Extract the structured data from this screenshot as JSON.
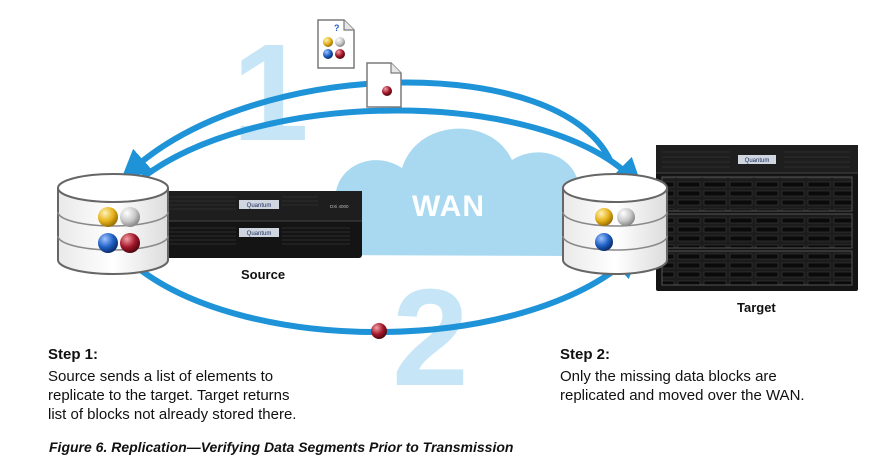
{
  "diagram": {
    "cloud_label": "WAN",
    "step_number_1": "1",
    "step_number_2": "2",
    "source_label": "Source",
    "target_label": "Target",
    "brand_text": "Quantum",
    "panel_badge": "DXi 4000",
    "doc_marker": "?"
  },
  "steps": [
    {
      "title": "Step 1:",
      "lines": [
        "Source sends a list of elements to",
        "replicate to the target. Target returns",
        "list of blocks not already stored there."
      ]
    },
    {
      "title": "Step 2:",
      "lines": [
        "Only the missing data blocks are",
        "replicated and moved over the WAN."
      ]
    }
  ],
  "caption": "Figure 6. Replication—Verifying Data Segments Prior to Transmission",
  "colors": {
    "arrow_blue": "#1e93d8",
    "cloud_blue": "#a9d9f1",
    "number_blue": "#c6e6f7",
    "ball_yellow": "#e6b21a",
    "ball_gray": "#c9c9c9",
    "ball_blue": "#1f5fc4",
    "ball_red": "#a3162a",
    "hardware_dark": "#141414"
  }
}
